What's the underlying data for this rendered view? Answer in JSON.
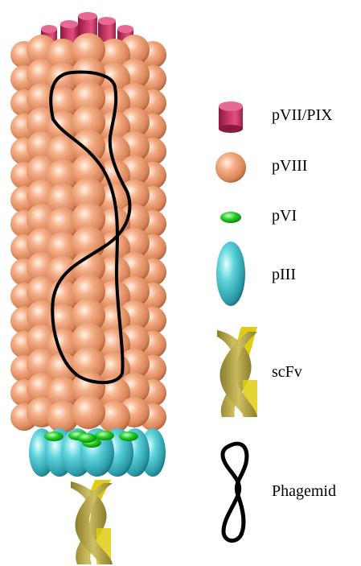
{
  "legend": {
    "items": [
      {
        "key": "pvii-pix",
        "label": "pVII/PIX",
        "icon": "pvii-pix-cylinder-icon",
        "color": "#cc3366"
      },
      {
        "key": "pviii",
        "label": "pVIII",
        "icon": "pviii-sphere-icon",
        "color": "#f0a078"
      },
      {
        "key": "pvi",
        "label": "pVI",
        "icon": "pvi-ellipse-icon",
        "color": "#22cc22"
      },
      {
        "key": "piii",
        "label": "pIII",
        "icon": "piii-ellipsoid-icon",
        "color": "#40c0c8"
      },
      {
        "key": "scfv",
        "label": "scFv",
        "icon": "scfv-twisted-ribbon-icon",
        "color": "#c8b84a"
      },
      {
        "key": "phagemid",
        "label": "Phagemid",
        "icon": "phagemid-loop-icon",
        "color": "#000000"
      }
    ]
  }
}
